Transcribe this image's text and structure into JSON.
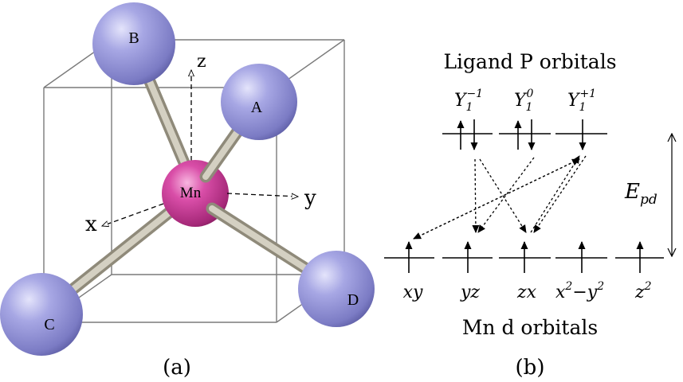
{
  "panel_a": {
    "caption": "(a)",
    "axes": {
      "z": "z",
      "y": "y",
      "x": "x"
    },
    "atoms": {
      "center": "Mn",
      "a": "A",
      "b": "B",
      "c": "C",
      "d": "D"
    },
    "colors": {
      "ligand": "#8f8fd6",
      "manganese": "#c4308f",
      "bond": "#c8c3b4",
      "cube_edge": "#808080"
    }
  },
  "panel_b": {
    "caption": "(b)",
    "ligand_title": "Ligand P orbitals",
    "mn_title": "Mn d orbitals",
    "energy_symbol": "E",
    "energy_subscript": "pd",
    "ligand_levels": [
      {
        "base": "Y",
        "sub": "1",
        "sup": "−1"
      },
      {
        "base": "Y",
        "sub": "1",
        "sup": "0"
      },
      {
        "base": "Y",
        "sub": "1",
        "sup": "+1"
      }
    ],
    "d_levels": [
      {
        "parts": [
          "xy"
        ]
      },
      {
        "parts": [
          "yz"
        ]
      },
      {
        "parts": [
          "zx"
        ]
      },
      {
        "parts": [
          "x",
          "2",
          "−y",
          "2"
        ]
      },
      {
        "parts": [
          "z",
          "2"
        ]
      }
    ]
  }
}
